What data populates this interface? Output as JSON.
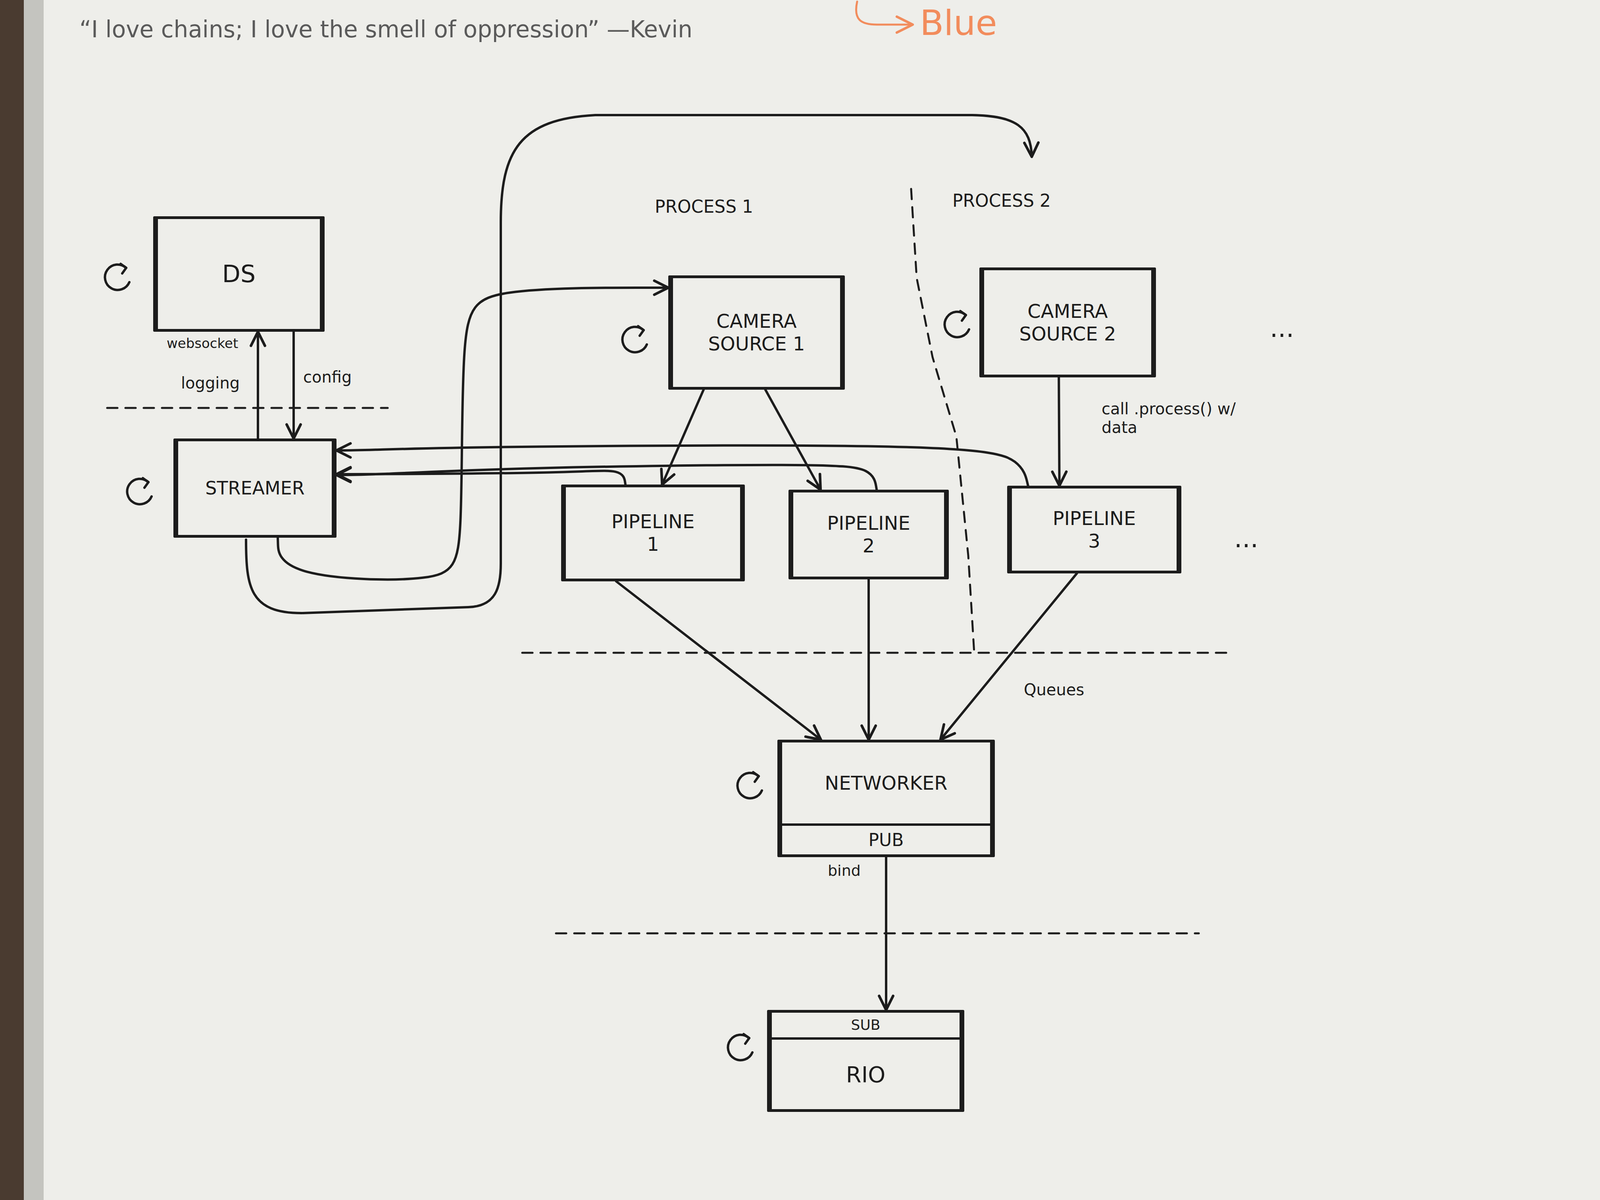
{
  "diagram": {
    "nodes": [
      {
        "text": [
          "DS"
        ]
      },
      {
        "text": [
          "STREAMER"
        ]
      },
      {
        "text": [
          "CAMERA SOURCE 1"
        ]
      },
      {
        "text": [
          "CAMERA SOURCE 2"
        ]
      },
      {
        "text": [
          "PIPELINE 1"
        ]
      },
      {
        "text": [
          "PIPELINE 2"
        ]
      },
      {
        "text": [
          "PIPELINE 3"
        ]
      },
      {
        "text": [
          "NETWORKER",
          "PUB"
        ]
      },
      {
        "text": [
          "SUB",
          "RIO"
        ]
      }
    ],
    "edges": [
      {
        "from": 1,
        "to": 0,
        "label": "logging",
        "arrow": "to"
      },
      {
        "from": 0,
        "to": 1,
        "label": "config",
        "arrow": "to"
      },
      {
        "from": 1,
        "to": 2,
        "arrow": "to"
      },
      {
        "from": 2,
        "to": 4,
        "arrow": "to"
      },
      {
        "from": 2,
        "to": 5,
        "arrow": "to"
      },
      {
        "from": 3,
        "to": 6,
        "label": "call .process() w/ data",
        "arrow": "to"
      },
      {
        "from": 4,
        "to": 1,
        "arrow": "to"
      },
      {
        "from": 5,
        "to": 1,
        "arrow": "to"
      },
      {
        "from": 6,
        "to": 1,
        "arrow": "to"
      },
      {
        "from": 4,
        "to": 7,
        "arrow": "to"
      },
      {
        "from": 5,
        "to": 7,
        "arrow": "to"
      },
      {
        "from": 6,
        "to": 7,
        "arrow": "to"
      },
      {
        "from": 7,
        "to": 8,
        "arrow": "to"
      }
    ],
    "labels": [
      "“I love chains; I love the smell of oppression” —Kevin",
      "Blue",
      "PROCESS 1",
      "PROCESS 2",
      "websocket",
      "...",
      "...",
      "Queues",
      "bind"
    ]
  }
}
